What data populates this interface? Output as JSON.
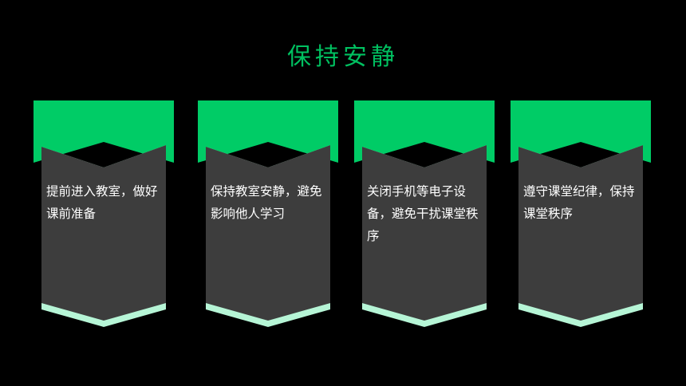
{
  "title": "保持安静",
  "colors": {
    "background": "#000000",
    "accent_green": "#00cc66",
    "card_body": "#3d3d3d",
    "bottom_mint": "#b6f5d6",
    "title_text": "#00c060"
  },
  "cards": [
    {
      "text": "提前进入教室，做好课前准备"
    },
    {
      "text": "保持教室安静，避免影响他人学习"
    },
    {
      "text": "关闭手机等电子设备，避免干扰课堂秩序"
    },
    {
      "text": "遵守课堂纪律，保持课堂秩序"
    }
  ]
}
